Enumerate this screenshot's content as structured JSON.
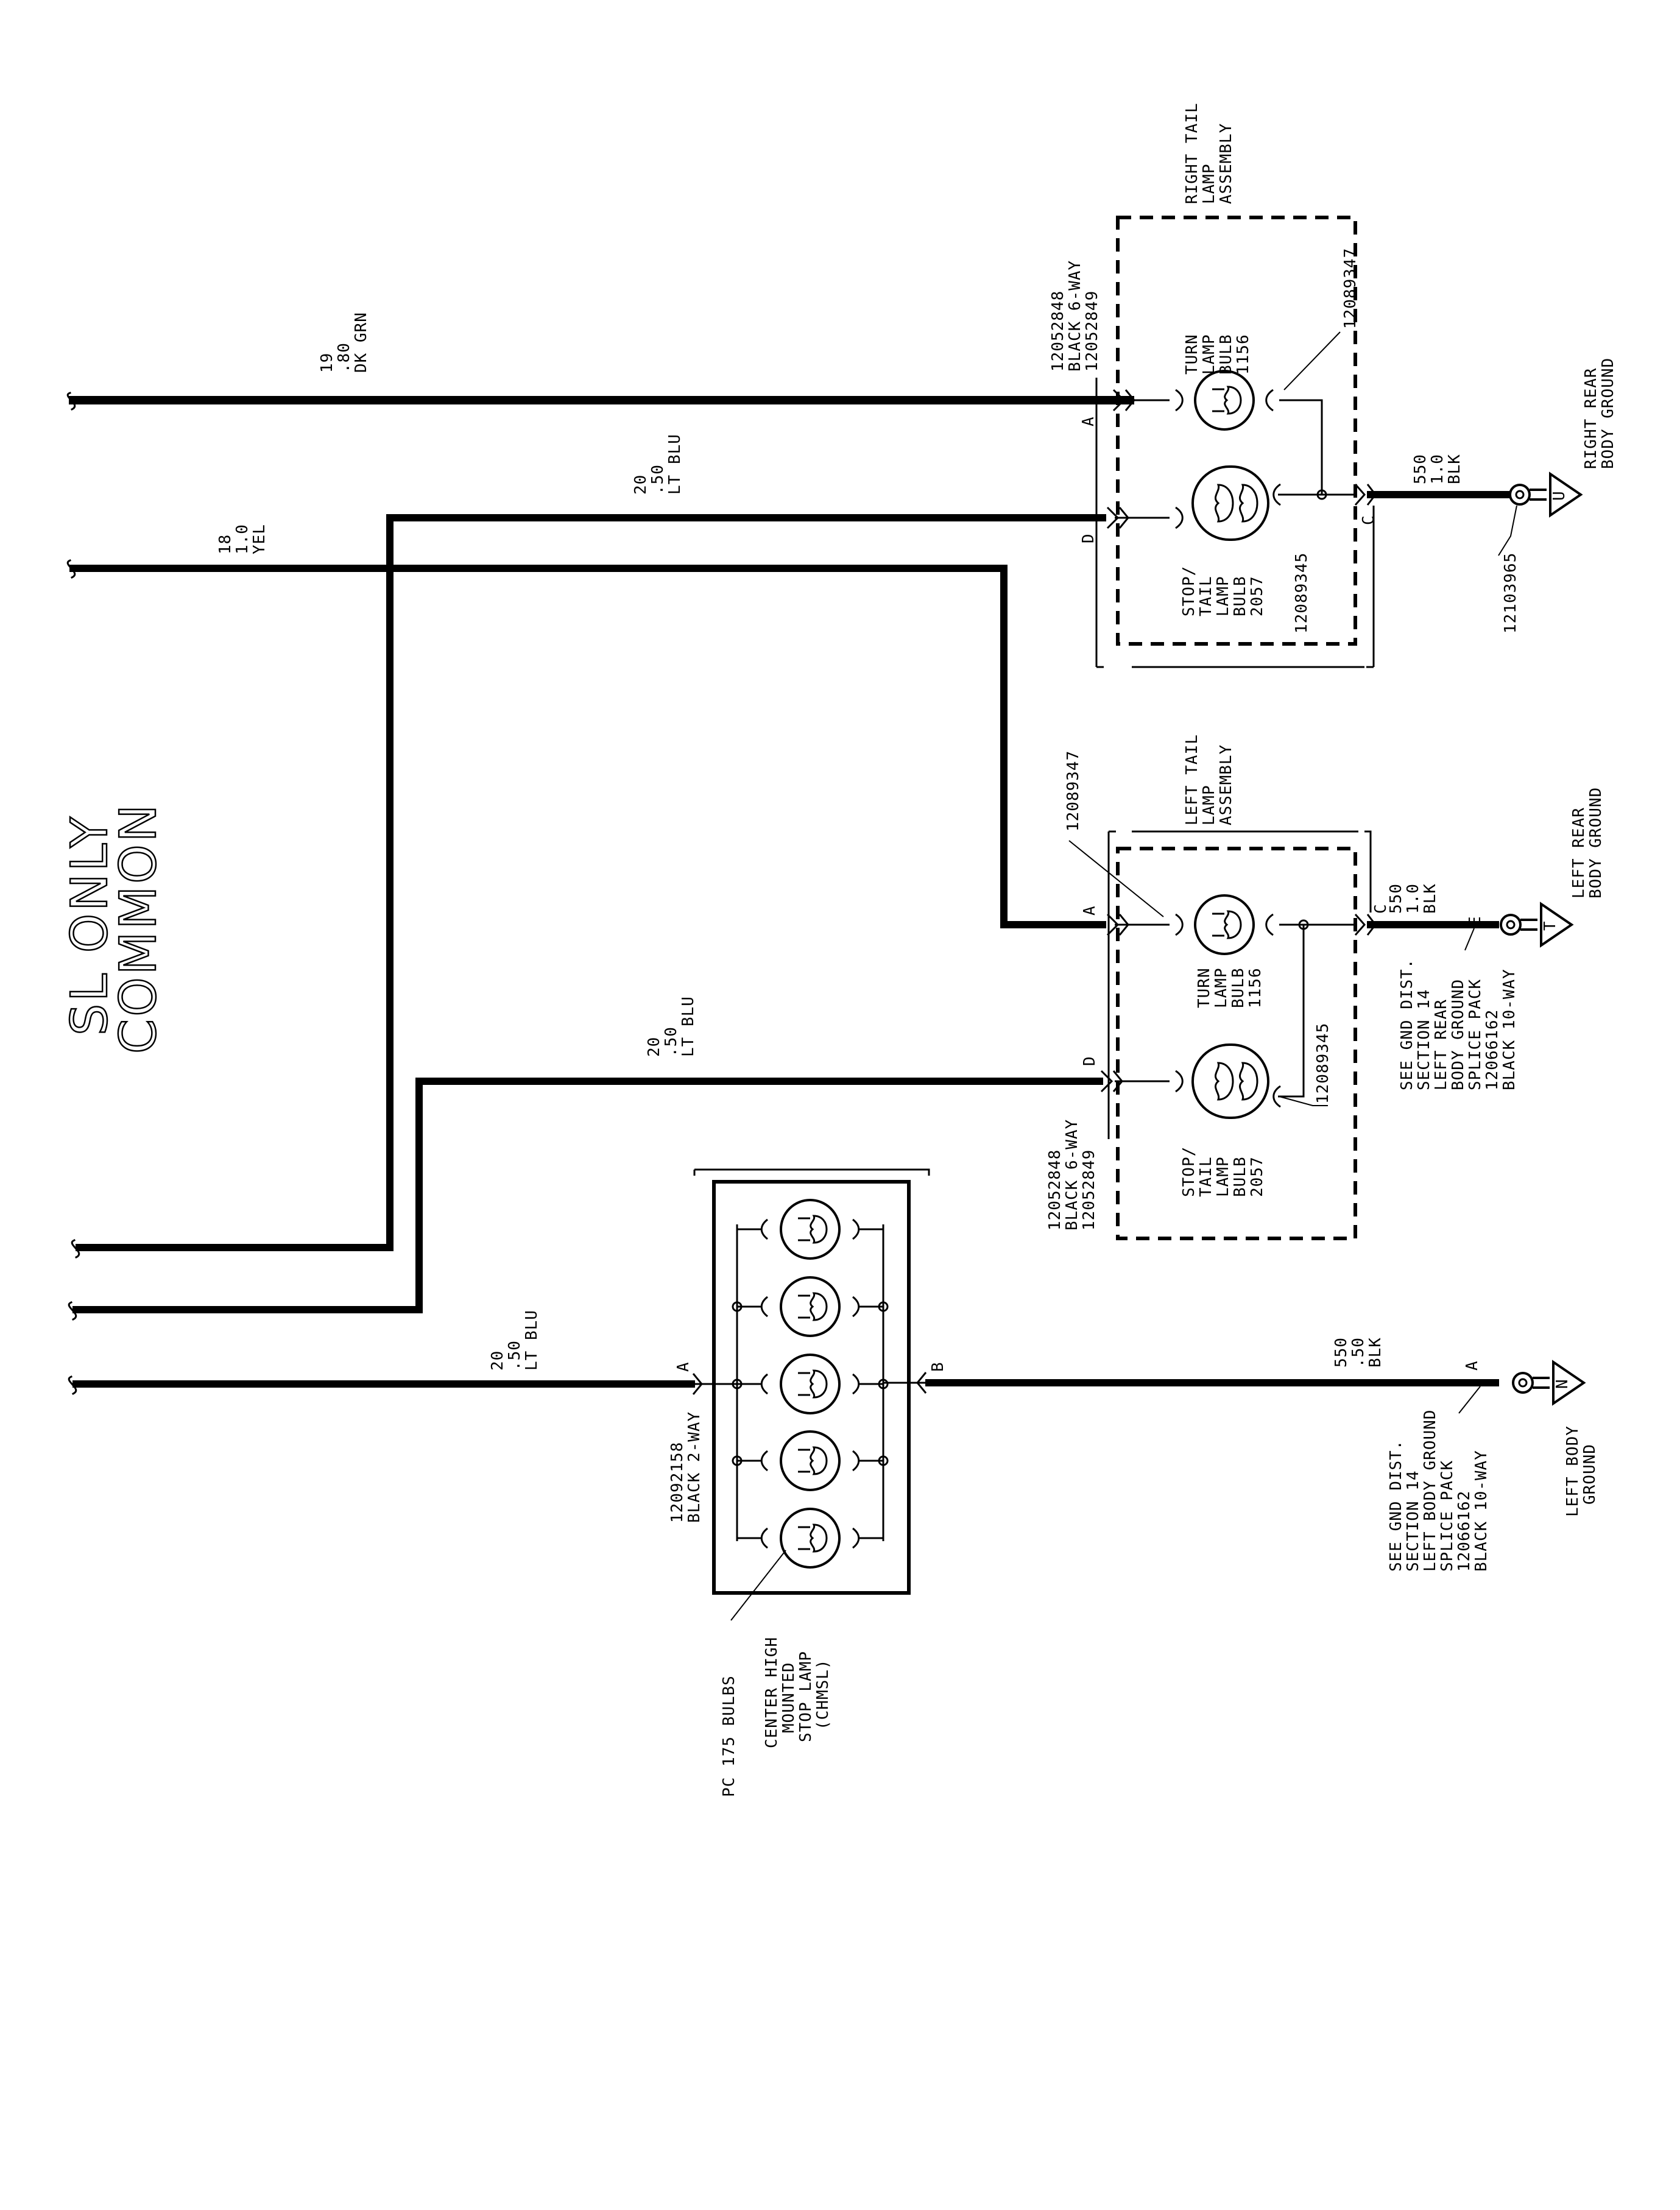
{
  "legend": {
    "line1": "SL ONLY",
    "line2": "COMMON"
  },
  "circuits": {
    "dk_grn": [
      "19",
      ".80",
      "DK GRN"
    ],
    "lt_blu_top": [
      "20",
      ".50",
      "LT BLU"
    ],
    "yel": [
      "18",
      "1.0",
      "YEL"
    ],
    "lt_blu_mid": [
      "20",
      ".50",
      "LT BLU"
    ],
    "lt_blu_bottom": [
      "20",
      ".50",
      "LT BLU"
    ],
    "gnd_right": [
      "550",
      "1.0",
      "BLK"
    ],
    "gnd_left": [
      "550",
      "1.0",
      "BLK"
    ],
    "gnd_chmsl": [
      "550",
      ".50",
      "BLK"
    ]
  },
  "right_tail": {
    "title": [
      "RIGHT TAIL",
      "LAMP",
      "ASSEMBLY"
    ],
    "connector": [
      "12052848",
      "BLACK 6-WAY",
      "12052849"
    ],
    "turn_bulb": [
      "TURN",
      "LAMP",
      "BULB",
      "1156"
    ],
    "stop_bulb": [
      "STOP/",
      "TAIL",
      "LAMP",
      "BULB",
      "2057"
    ],
    "turn_socket": "12089347",
    "stop_socket": "12089345",
    "ground_terminal": "12103965",
    "ground_label": [
      "RIGHT REAR",
      "BODY GROUND"
    ],
    "pins": {
      "a": "A",
      "d": "D",
      "c": "C"
    },
    "ground_id": "U"
  },
  "left_tail": {
    "title": [
      "LEFT TAIL",
      "LAMP",
      "ASSEMBLY"
    ],
    "connector": [
      "12052848",
      "BLACK 6-WAY",
      "12052849"
    ],
    "turn_bulb": [
      "TURN",
      "LAMP",
      "BULB",
      "1156"
    ],
    "stop_bulb": [
      "STOP/",
      "TAIL",
      "LAMP",
      "BULB",
      "2057"
    ],
    "turn_socket": "12089347",
    "stop_socket": "12089345",
    "ground_label": [
      "LEFT REAR",
      "BODY GROUND"
    ],
    "splice_note": [
      "SEE GND DIST.",
      "SECTION 14",
      "LEFT REAR",
      "BODY GROUND",
      "SPLICE PACK",
      "12066162",
      "BLACK 10-WAY"
    ],
    "pins": {
      "a": "A",
      "d": "D",
      "c": "C",
      "e": "E"
    },
    "ground_id": "T"
  },
  "chmsl": {
    "connector": [
      "12092158",
      "BLACK 2-WAY"
    ],
    "label": [
      "PC 175 BULBS",
      "CENTER HIGH",
      "MOUNTED",
      "STOP LAMP",
      "(CHMSL)"
    ],
    "pins": {
      "a": "A",
      "b": "B",
      "ground_pin": "A"
    },
    "ground_label": [
      "LEFT BODY",
      "GROUND"
    ],
    "splice_note": [
      "SEE GND DIST.",
      "SECTION 14",
      "LEFT BODY GROUND",
      "SPLICE PACK",
      "12066162",
      "BLACK 10-WAY"
    ],
    "ground_id": "N"
  }
}
